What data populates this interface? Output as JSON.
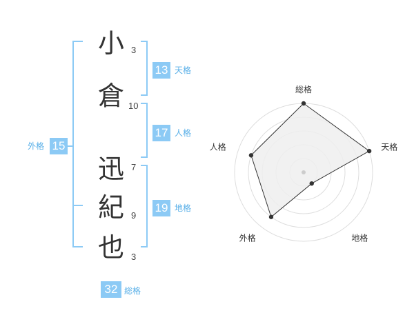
{
  "name": {
    "characters": [
      {
        "char": "小",
        "strokes": "3"
      },
      {
        "char": "倉",
        "strokes": "10"
      },
      {
        "char": "迅",
        "strokes": "7"
      },
      {
        "char": "紀",
        "strokes": "9"
      },
      {
        "char": "也",
        "strokes": "3"
      }
    ]
  },
  "kakusu": {
    "tenkaku": {
      "value": "13",
      "label": "天格"
    },
    "jinkaku": {
      "value": "17",
      "label": "人格"
    },
    "chikaku": {
      "value": "19",
      "label": "地格"
    },
    "gaikaku": {
      "value": "15",
      "label": "外格"
    },
    "soukaku": {
      "value": "32",
      "label": "総格"
    }
  },
  "chart_data": {
    "type": "radar",
    "axes": [
      "総格",
      "天格",
      "地格",
      "外格",
      "人格"
    ],
    "values": [
      5,
      5,
      1,
      4,
      4
    ],
    "max": 5,
    "levels": 5,
    "colors": {
      "fill": "#efefef",
      "line": "#333333",
      "grid": "#dddddd",
      "center": "#cccccc"
    }
  }
}
